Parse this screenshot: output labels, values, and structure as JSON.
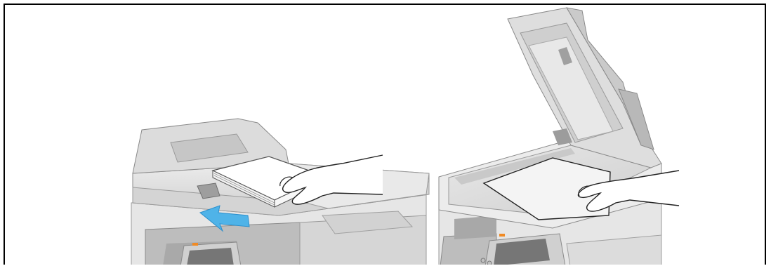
{
  "figure": {
    "panels": [
      {
        "id": "adf",
        "subject": "document-feeder-loading",
        "arrow_color": "#4fb3e8"
      },
      {
        "id": "glass",
        "subject": "original-glass-placement"
      }
    ],
    "colors": {
      "body": "#e3e3e3",
      "body_dark": "#c8c8c8",
      "body_shadow": "#b4b4b4",
      "outline": "#8a8a8a",
      "glass": "#d9d9d9",
      "paper": "#ffffff",
      "panel_screen": "#6f6f6f",
      "accent_orange": "#f08a24",
      "arrow": "#4fb3e8"
    }
  }
}
